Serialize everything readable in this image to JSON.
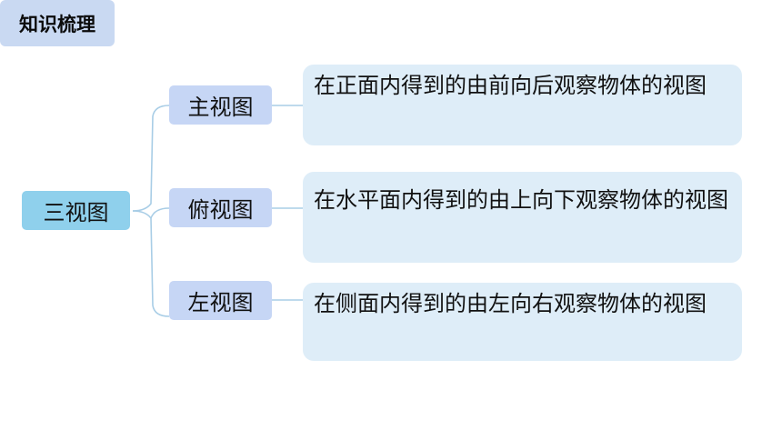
{
  "badge": {
    "label": "知识梳理"
  },
  "mindmap": {
    "root": "三视图",
    "branches": [
      {
        "label": "主视图",
        "description": "在正面内得到的由前向后观察物体的视图"
      },
      {
        "label": "俯视图",
        "description": "在水平面内得到的由上向下观察物体的视图"
      },
      {
        "label": "左视图",
        "description": "在侧面内得到的由左向右观察物体的视图"
      }
    ]
  },
  "colors": {
    "badge": "#c9d9f2",
    "root": "#8fd0ec",
    "branch": "#c6d6f5",
    "description": "#deedf8",
    "connector": "#a8cde6"
  }
}
